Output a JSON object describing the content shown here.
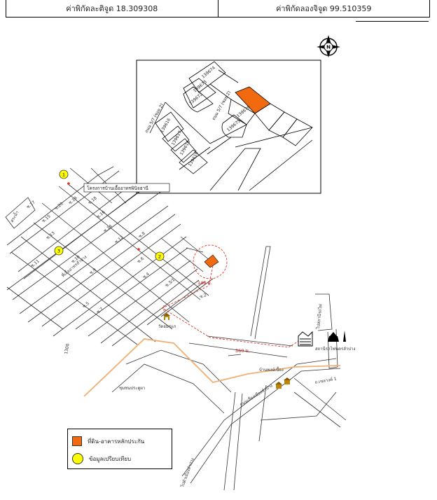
{
  "header": {
    "latitude_label": "ค่าพิกัดละติจูด 18.309308",
    "longitude_label": "ค่าพิกัดลองจิจูด 99.510359"
  },
  "compass": {
    "north_letter": "N",
    "icon": "north-arrow-icon"
  },
  "inset": {
    "parcels": [
      "139674",
      "139673",
      "139672",
      "139676",
      "139675",
      "139616",
      "139617",
      "139618",
      "139619"
    ],
    "road_labels": [
      "ถนน 5/7 (ซอย 2)",
      "ถนน 5/7 (ซอย 2)"
    ]
  },
  "map": {
    "project_label": "โครงการบ้านเอื้ออาทรพินิจธานี",
    "estate_label": "ที่เอื้ออาทรลำปาง",
    "road_1300": "1300",
    "distance_148": "148 ม.",
    "distance_360": "360 ม.",
    "station_label": "สถานีรถไฟนครลำปาง",
    "station_road": "ไปสถานีรถไฟ",
    "temple_label": "วัดอมรแก",
    "market_label": "ชุมชนประตูผา",
    "community_label": "บ้านพงษ์เนื้อง",
    "road_to_center": "ถ.เขลางค์ 1",
    "road_to_airport": "ถนนเลี่ยงเมืองลำปาง",
    "road_to_town": "ไปตัวเมืองลำปาง",
    "markers": [
      "1",
      "2",
      "3"
    ],
    "soi_labels": [
      "ซ.20",
      "ซ.19",
      "ซ.18",
      "ซ.17",
      "ซ.16",
      "ซ.15",
      "ซ.14",
      "ซ.13",
      "ซ.12",
      "ซ.11",
      "ซ.10",
      "ซ.9",
      "ซ.8",
      "ซ.7",
      "ซ.6",
      "ซ.5",
      "ซ.4",
      "ซ.3/1",
      "ซ.2"
    ],
    "side_label": "สระน้ำ"
  },
  "legend": {
    "collateral_label": "ที่ดิน-อาคารหลักประกัน",
    "comparable_label": "ข้อมูลเปรียบเทียบ"
  },
  "colors": {
    "collateral": "#f26a10",
    "comparable": "#ffff00",
    "route": "#e0342a",
    "main_road": "#f0b073"
  }
}
